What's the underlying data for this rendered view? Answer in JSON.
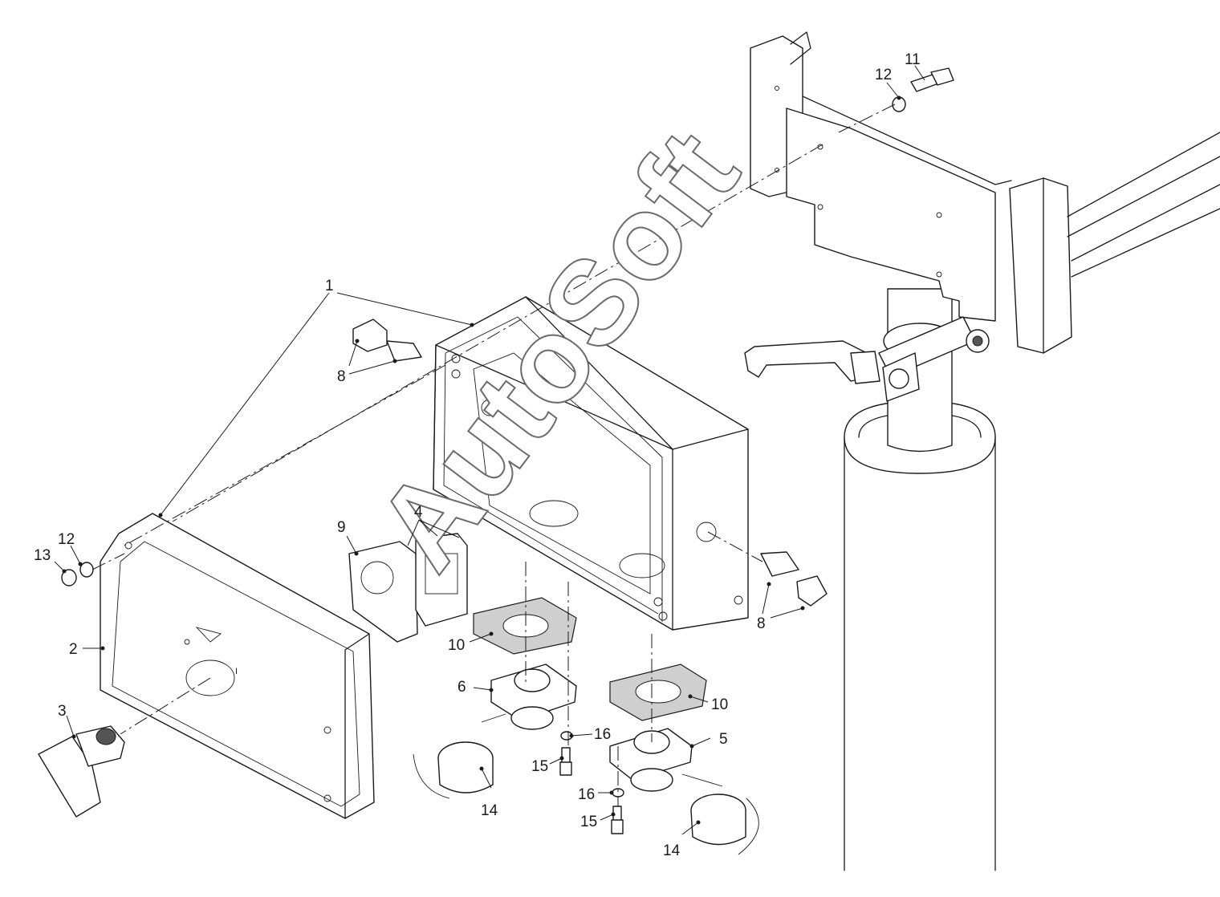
{
  "watermark": "AutoSoft",
  "callouts": {
    "c1": "1",
    "c2": "2",
    "c3": "3",
    "c4": "4",
    "c5": "5",
    "c6": "6",
    "c8a": "8",
    "c8b": "8",
    "c9": "9",
    "c10a": "10",
    "c10b": "10",
    "c11": "11",
    "c12a": "12",
    "c12b": "12",
    "c13": "13",
    "c14a": "14",
    "c14b": "14",
    "c15a": "15",
    "c15b": "15",
    "c16a": "16",
    "c16b": "16",
    "cover_mark": "I"
  }
}
